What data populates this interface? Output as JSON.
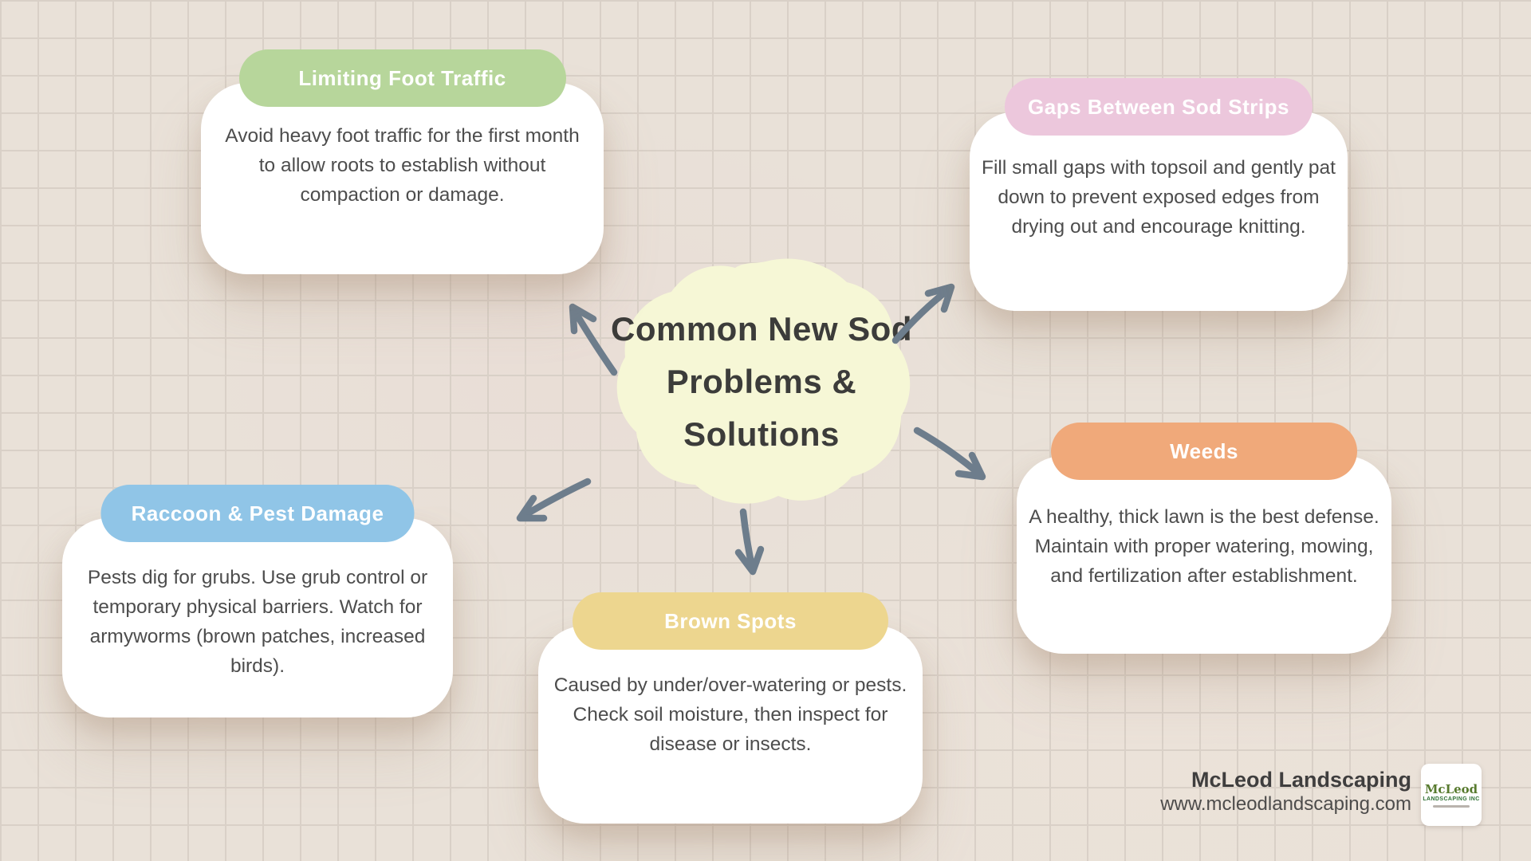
{
  "page": {
    "background_color": "#e9e1d8",
    "grid_line_color": "#d9d0c7"
  },
  "center": {
    "title_lines": [
      "Common New Sod",
      "Problems &",
      "Solutions"
    ],
    "blob_color": "#f6f7d6",
    "text_color": "#3c3c3a"
  },
  "cards": [
    {
      "id": "limiting-foot-traffic",
      "title": "Limiting Foot Traffic",
      "pill_color": "#b7d69b",
      "lines": [
        "Avoid heavy foot traffic for the first month",
        "to allow roots to establish without",
        "compaction or damage."
      ]
    },
    {
      "id": "gaps-between-sod-strips",
      "title": "Gaps Between Sod Strips",
      "pill_color": "#ecc7dc",
      "lines": [
        "Fill small gaps with topsoil and gently pat",
        "down to prevent exposed edges from",
        "drying out and encourage knitting."
      ]
    },
    {
      "id": "weeds",
      "title": "Weeds",
      "pill_color": "#f0a97a",
      "lines": [
        "A healthy, thick lawn is the best defense.",
        "Maintain with proper watering, mowing,",
        "and fertilization after establishment."
      ]
    },
    {
      "id": "brown-spots",
      "title": "Brown Spots",
      "pill_color": "#edd68f",
      "lines": [
        "Caused by under/over-watering or pests.",
        "Check soil moisture, then inspect for",
        "disease or insects."
      ]
    },
    {
      "id": "raccoon-pest-damage",
      "title": "Raccoon & Pest Damage",
      "pill_color": "#90c5e7",
      "lines": [
        "Pests dig for grubs. Use grub control or",
        "temporary physical barriers. Watch for",
        "armyworms (brown patches, increased",
        "birds)."
      ]
    }
  ],
  "arrows": {
    "color": "#6d7d8c"
  },
  "footer": {
    "company": "McLeod Landscaping",
    "website": "www.mcleodlandscaping.com",
    "logo_name": "McLeod",
    "logo_subtitle": "LANDSCAPING INC",
    "logo_green": "#2e7033"
  }
}
